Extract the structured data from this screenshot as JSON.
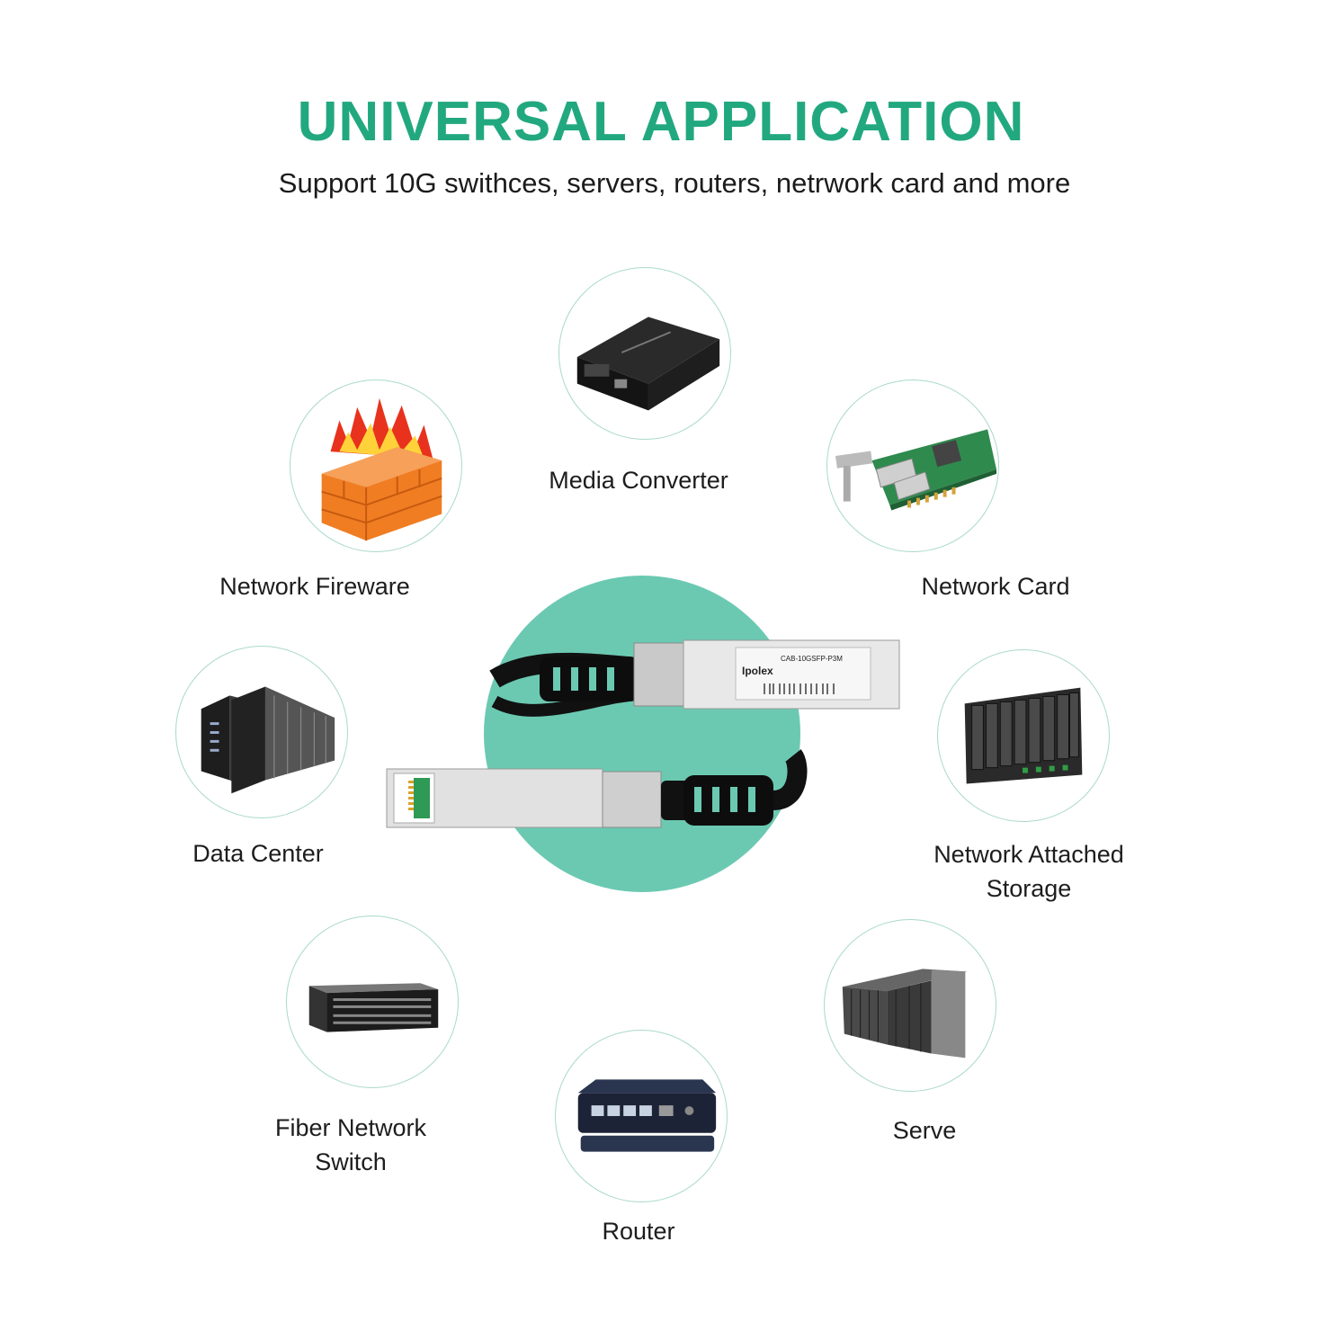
{
  "header": {
    "title": "UNIVERSAL APPLICATION",
    "subtitle": "Support 10G swithces, servers, routers, netrwork card and more"
  },
  "center_product": {
    "brand": "Ipolex",
    "model": "CAB-10GSFP-P3M"
  },
  "applications": [
    {
      "label": "Media Converter",
      "icon": "media-converter-icon"
    },
    {
      "label": "Network Fireware",
      "icon": "firewall-icon"
    },
    {
      "label": "Network Card",
      "icon": "network-card-icon"
    },
    {
      "label": "Data Center",
      "icon": "data-center-icon"
    },
    {
      "label": "Network Attached\nStorage",
      "icon": "nas-icon"
    },
    {
      "label": "Fiber Network\nSwitch",
      "icon": "switch-icon"
    },
    {
      "label": "Serve",
      "icon": "server-icon"
    },
    {
      "label": "Router",
      "icon": "router-icon"
    }
  ],
  "colors": {
    "accent": "#22a87f",
    "center_blob": "#6bc9b2",
    "circle_border": "#a9d9c9"
  }
}
